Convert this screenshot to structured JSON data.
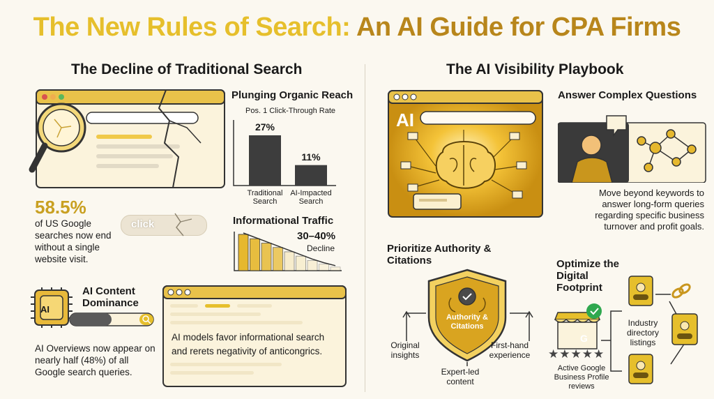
{
  "title": {
    "part1": "The New Rules of Search:",
    "part2": "An AI Guide for CPA Firms"
  },
  "left": {
    "heading": "The Decline of Traditional Search",
    "stat_value": "58.5%",
    "stat_text": "of US Google searches now end without a single website visit.",
    "click_label": "click",
    "organic": {
      "heading": "Plunging Organic Reach",
      "subtitle": "Pos. 1 Click-Through Rate"
    },
    "info": {
      "heading": "Informational Traffic",
      "range": "30–40%",
      "decline": "Decline"
    },
    "ai_content": {
      "heading_line1": "AI Content",
      "heading_line2": "Dominance",
      "chip_label": "AI",
      "text": "AI Overviews now appear on nearly half (48%) of all Google search queries.",
      "window_text": "AI models favor informational search and rerets negativity of anticongrics."
    }
  },
  "right": {
    "heading": "The AI Visibility Playbook",
    "ai_label": "AI",
    "complex": {
      "heading": "Answer Complex Questions",
      "text": "Move beyond keywords to answer long-form queries regarding specific business turnover and profit goals."
    },
    "authority": {
      "heading_line1": "Prioritize Authority &",
      "heading_line2": "Citations",
      "badge_line1": "Authority &",
      "badge_line2": "Citations",
      "label_original": "Original insights",
      "label_firsthand": "First-hand experience",
      "label_expert": "Expert-led content"
    },
    "footprint": {
      "heading_line1": "Optimize the",
      "heading_line2": "Digital",
      "heading_line3": "Footprint",
      "google_letter": "G",
      "stars": "★★★★★",
      "reviews_label": "Active Google Business Profile reviews",
      "directory_label": "Industry directory listings"
    }
  },
  "chart_data": [
    {
      "type": "bar",
      "title": "Plunging Organic Reach",
      "subtitle": "Pos. 1 Click-Through Rate",
      "categories": [
        "Traditional Search",
        "AI-Impacted Search"
      ],
      "values": [
        27,
        11
      ],
      "value_labels": [
        "27%",
        "11%"
      ],
      "ylim": [
        0,
        30
      ]
    },
    {
      "type": "bar",
      "title": "Informational Traffic",
      "values": [
        100,
        88,
        76,
        64,
        52,
        40,
        28,
        18,
        10
      ],
      "annotation": "30–40% Decline"
    }
  ],
  "colors": {
    "gold": "#e6bf2c",
    "dark_gold": "#b8861b",
    "amber": "#d8a820",
    "light_gold": "#f3d87a",
    "cream": "#fbf3dc",
    "text": "#1a1a1a",
    "google_green": "#2fa84f"
  }
}
